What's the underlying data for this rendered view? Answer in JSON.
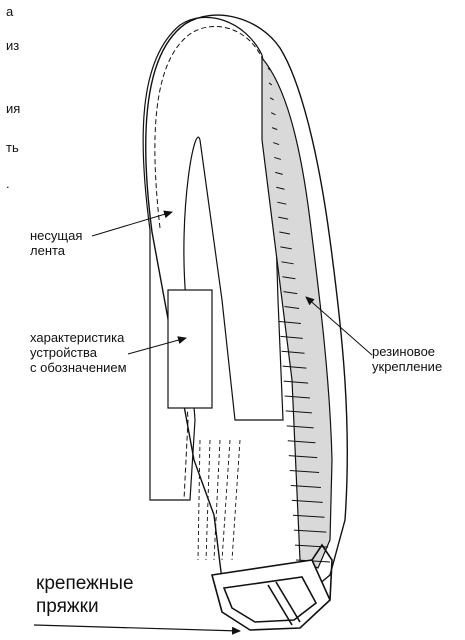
{
  "labels": {
    "carrier_tape": [
      "несущая",
      "лента"
    ],
    "device_spec": [
      "характеристика",
      "устройства",
      "с обозначением"
    ],
    "rubber_reinforcement": [
      "резиновое",
      "укрепление"
    ],
    "fastening_buckles": [
      "крепежные",
      "пряжки"
    ]
  },
  "left_text_fragments": [
    "а",
    "из",
    "ия",
    "ть",
    "."
  ],
  "colors": {
    "ink": "#111111",
    "background": "#ffffff",
    "strap_fill": "#ffffff",
    "rib_fill": "#d9d9d9"
  }
}
